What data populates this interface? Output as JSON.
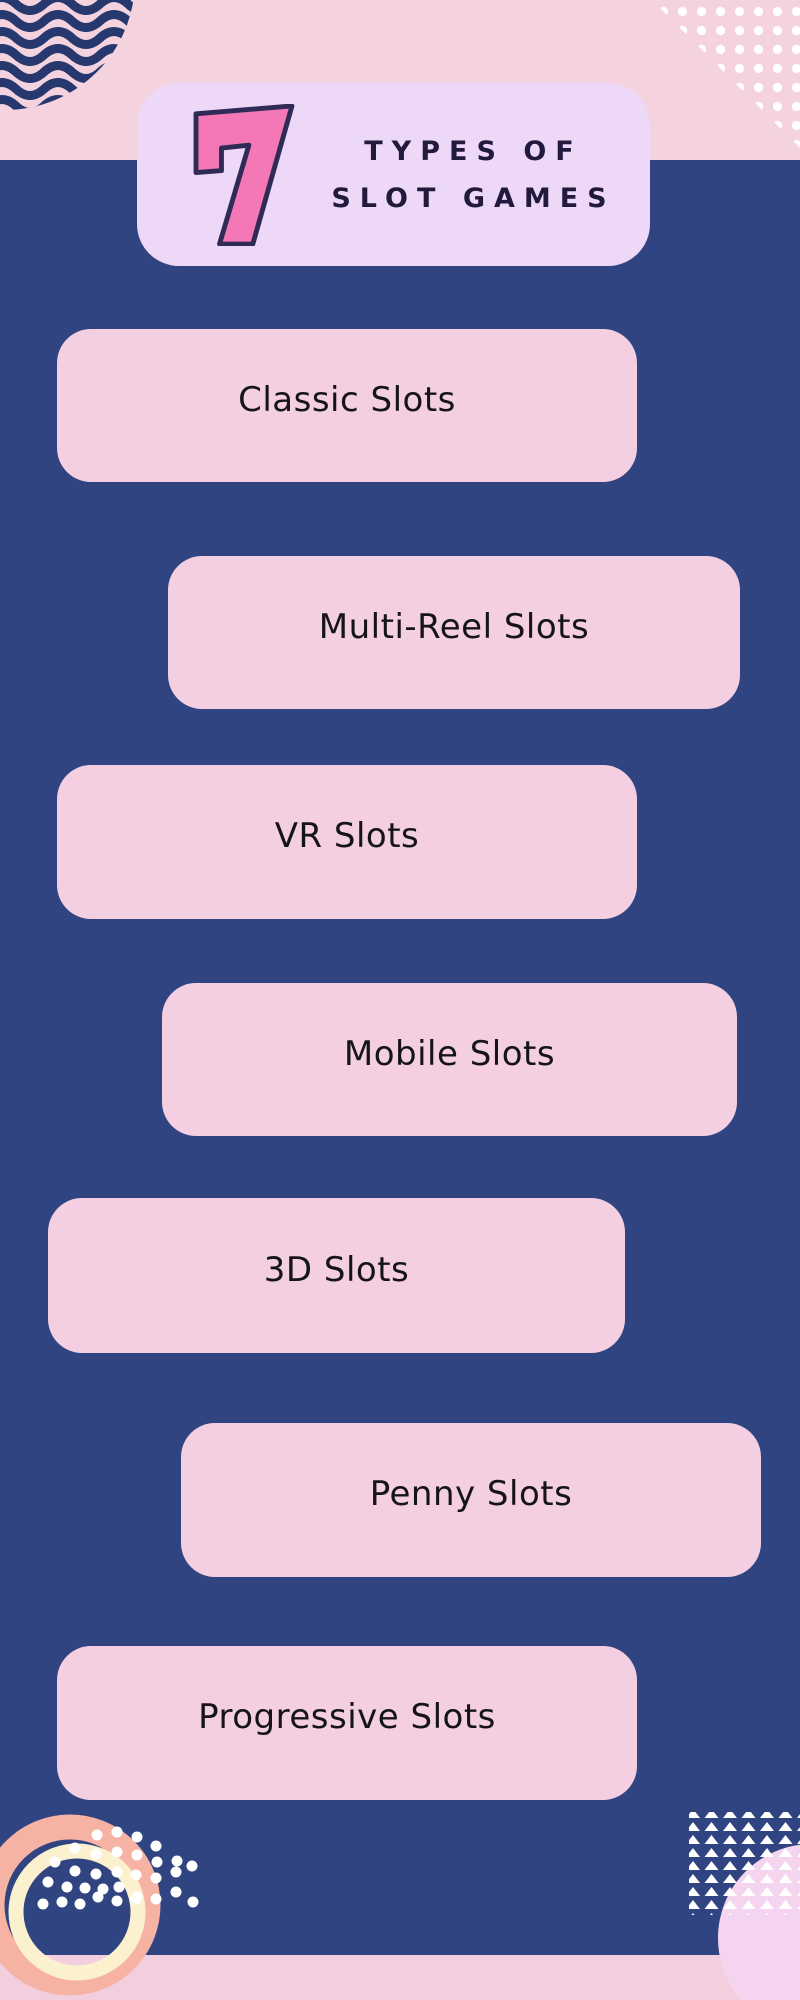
{
  "title": {
    "number": "7",
    "line1": "TYPES OF",
    "line2": "SLOT GAMES"
  },
  "cards": [
    {
      "label": "Classic Slots"
    },
    {
      "label": "Multi-Reel Slots"
    },
    {
      "label": "VR Slots"
    },
    {
      "label": "Mobile Slots"
    },
    {
      "label": "3D Slots"
    },
    {
      "label": "Penny Slots"
    },
    {
      "label": "Progressive Slots"
    }
  ],
  "colors": {
    "background_navy": "#2f4480",
    "band_pink_top": "#f4d3df",
    "band_pink_bottom": "#f2cede",
    "card_pink": "#f3cfe1",
    "title_card_lavender": "#eed8f8",
    "number_pink": "#f478b6",
    "number_outline": "#2f2b56",
    "title_text": "#221a3c",
    "label_text": "#151515",
    "wave_navy": "#26386e",
    "ring_salmon": "#f6b2a3",
    "ring_cream": "#fcf1cf",
    "circle_pink": "#f4d4ee",
    "pattern_white": "#ffffff"
  }
}
